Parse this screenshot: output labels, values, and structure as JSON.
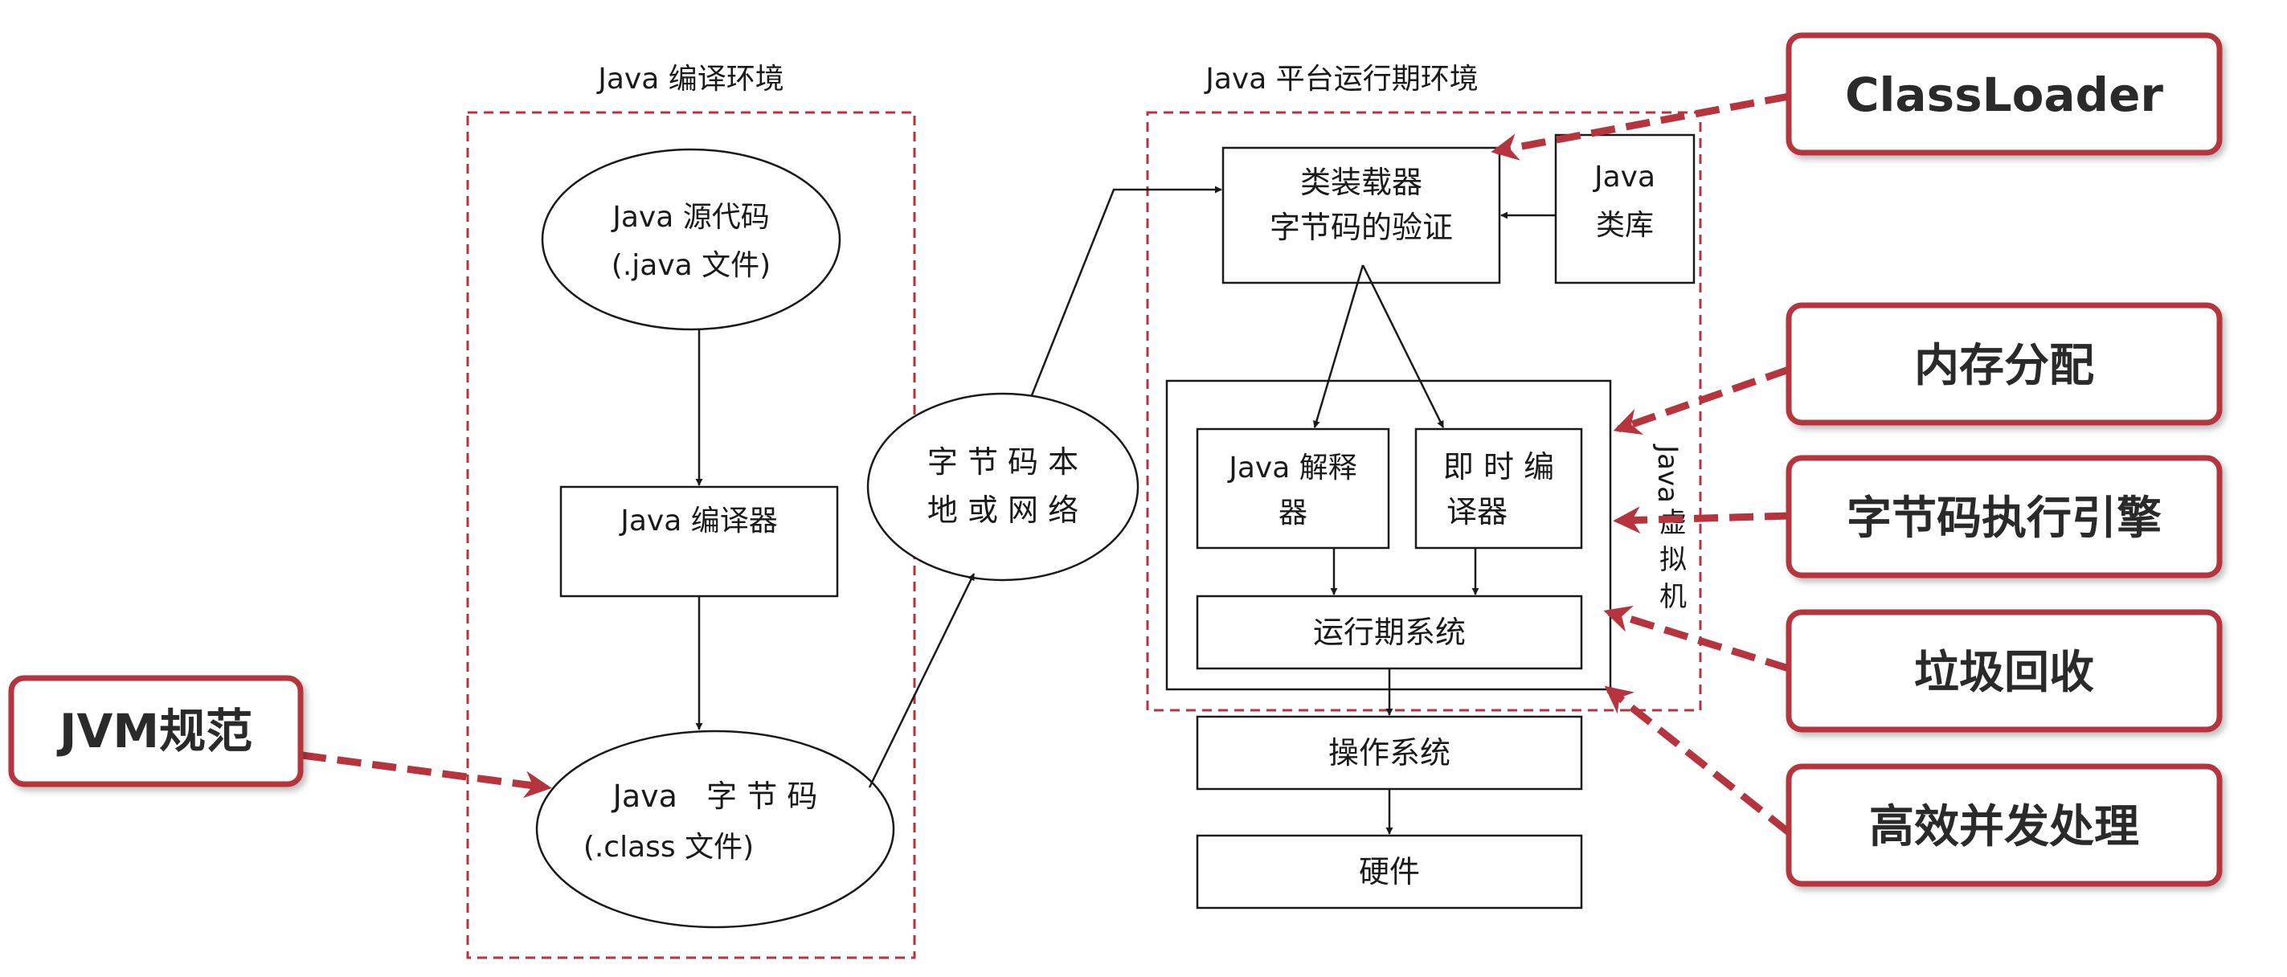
{
  "colors": {
    "accent": "#b5343e",
    "line": "#1a1a1a"
  },
  "diagram": {
    "compile_env_title": "Java 编译环境",
    "runtime_env_title": "Java 平台运行期环境",
    "source_code": {
      "line1": "Java 源代码",
      "line2": "(.java 文件)"
    },
    "compiler": "Java 编译器",
    "bytecode": {
      "line1": "Java   字 节 码",
      "line2": "(.class 文件)"
    },
    "bytecode_transfer": {
      "line1": "字 节 码 本",
      "line2": "地 或 网 络"
    },
    "class_loader": {
      "line1": "类装载器",
      "line2": "字节码的验证"
    },
    "java_lib": {
      "line1": "Java",
      "line2": "类库"
    },
    "interpreter": {
      "line1": "Java 解释",
      "line2": "器"
    },
    "jit": {
      "line1": "即 时 编",
      "line2": "译器"
    },
    "runtime_system": "运行期系统",
    "jvm_label": [
      "Java",
      "虚",
      "拟",
      "机"
    ],
    "os": "操作系统",
    "hardware": "硬件"
  },
  "callouts": {
    "classloader": "ClassLoader",
    "memory": "内存分配",
    "engine": "字节码执行引擎",
    "gc": "垃圾回收",
    "concurrency": "高效并发处理",
    "jvm_spec": "JVM规范"
  }
}
